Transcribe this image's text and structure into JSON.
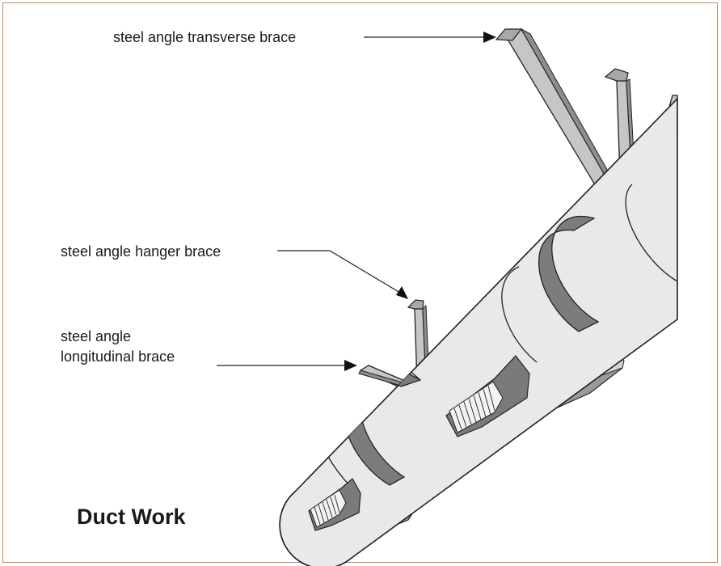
{
  "labels": {
    "transverse": "steel angle transverse brace",
    "hanger": "steel angle hanger brace",
    "longitudinal_line1": "steel angle",
    "longitudinal_line2": "longitudinal brace"
  },
  "title": "Duct Work",
  "colors": {
    "frame": "#b58a61",
    "duct": "#e9e9e9",
    "duct_band": "#7c7c7c",
    "steel": "#c6c6c6",
    "outline": "#222222"
  }
}
